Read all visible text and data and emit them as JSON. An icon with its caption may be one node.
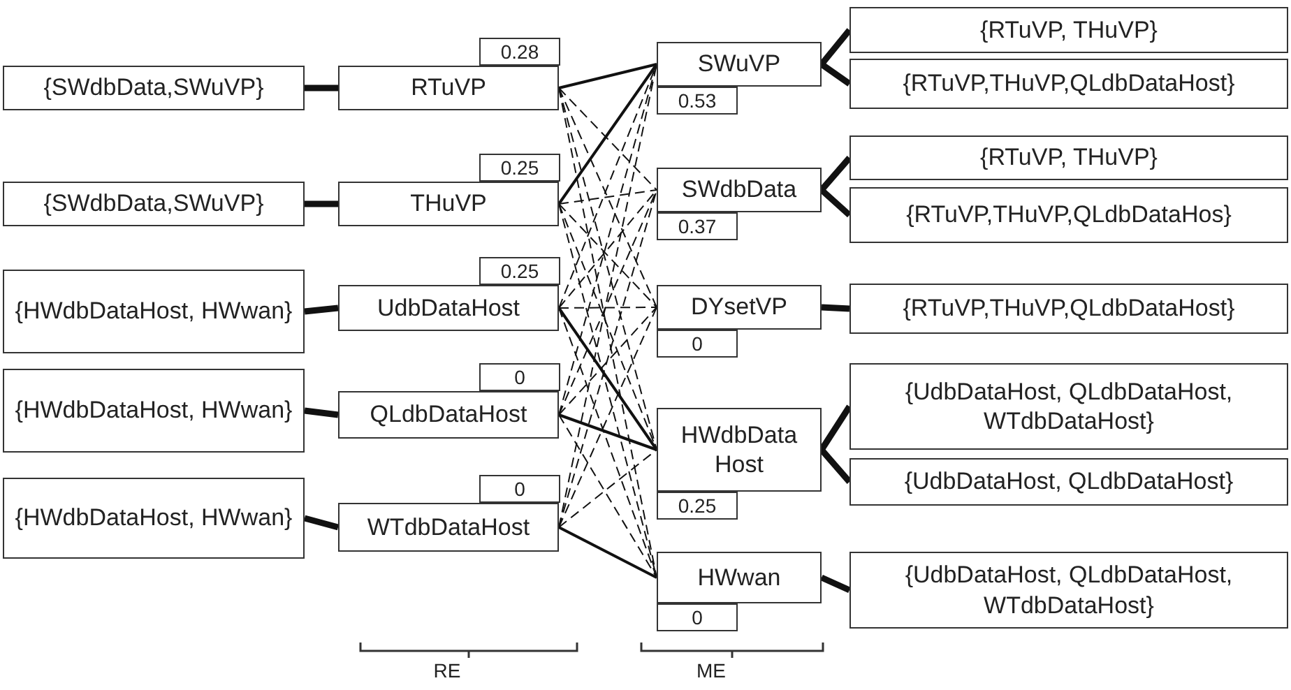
{
  "diagram": {
    "nodes": [
      {
        "text": [
          "{SWdbData,SWuVP}"
        ]
      },
      {
        "text": [
          "RTuVP"
        ],
        "beside": [
          "0.28"
        ]
      },
      {
        "text": [
          "SWuVP"
        ],
        "beside": [
          "0.53"
        ]
      },
      {
        "text": [
          "{RTuVP, THuVP}"
        ]
      },
      {
        "text": [
          "{RTuVP,THuVP,QLdbDataHost}"
        ]
      },
      {
        "text": [
          "{SWdbData,SWuVP}"
        ]
      },
      {
        "text": [
          "THuVP"
        ],
        "beside": [
          "0.25"
        ]
      },
      {
        "text": [
          "SWdbData"
        ],
        "beside": [
          "0.37"
        ]
      },
      {
        "text": [
          "{RTuVP, THuVP}"
        ]
      },
      {
        "text": [
          "{RTuVP,THuVP,QLdbDataHos}"
        ]
      },
      {
        "text": [
          "{HWdbDataHost, HWwan}"
        ]
      },
      {
        "text": [
          "UdbDataHost"
        ],
        "beside": [
          "0.25"
        ]
      },
      {
        "text": [
          "DYsetVP"
        ],
        "beside": [
          "0"
        ]
      },
      {
        "text": [
          "{RTuVP,THuVP,QLdbDataHost}"
        ]
      },
      {
        "text": [
          "{HWdbDataHost, HWwan}"
        ]
      },
      {
        "text": [
          "QLdbDataHost"
        ],
        "beside": [
          "0"
        ]
      },
      {
        "text": [
          "HWdbData Host"
        ],
        "beside": [
          "0.25"
        ]
      },
      {
        "text": [
          "{UdbDataHost, QLdbDataHost, WTdbDataHost}"
        ]
      },
      {
        "text": [
          "{UdbDataHost, QLdbDataHost}"
        ]
      },
      {
        "text": [
          "{HWdbDataHost, HWwan}"
        ]
      },
      {
        "text": [
          "WTdbDataHost"
        ],
        "beside": [
          "0"
        ]
      },
      {
        "text": [
          "HWwan"
        ],
        "beside": [
          "0"
        ]
      },
      {
        "text": [
          "{UdbDataHost, QLdbDataHost, WTdbDataHost}"
        ]
      }
    ],
    "edges": [
      {
        "from": 0,
        "to": 1,
        "arrow": "none",
        "style": "thick"
      },
      {
        "from": 5,
        "to": 6,
        "arrow": "none",
        "style": "thick"
      },
      {
        "from": 10,
        "to": 11,
        "arrow": "none",
        "style": "thick"
      },
      {
        "from": 14,
        "to": 15,
        "arrow": "none",
        "style": "thick"
      },
      {
        "from": 19,
        "to": 20,
        "arrow": "none",
        "style": "thick"
      },
      {
        "from": 2,
        "to": 3,
        "arrow": "none",
        "style": "thick"
      },
      {
        "from": 2,
        "to": 4,
        "arrow": "none",
        "style": "thick"
      },
      {
        "from": 7,
        "to": 8,
        "arrow": "none",
        "style": "thick"
      },
      {
        "from": 7,
        "to": 9,
        "arrow": "none",
        "style": "thick"
      },
      {
        "from": 12,
        "to": 13,
        "arrow": "none",
        "style": "thick"
      },
      {
        "from": 16,
        "to": 17,
        "arrow": "none",
        "style": "thick"
      },
      {
        "from": 16,
        "to": 18,
        "arrow": "none",
        "style": "thick"
      },
      {
        "from": 21,
        "to": 22,
        "arrow": "none",
        "style": "thick"
      },
      {
        "from": 1,
        "to": 2,
        "arrow": "none"
      },
      {
        "from": 6,
        "to": 2,
        "arrow": "none"
      },
      {
        "from": 11,
        "to": 16,
        "arrow": "none"
      },
      {
        "from": 15,
        "to": 16,
        "arrow": "none"
      },
      {
        "from": 20,
        "to": 21,
        "arrow": "none"
      },
      {
        "from": 1,
        "to": 7,
        "arrow": "none",
        "style": "dashed"
      },
      {
        "from": 1,
        "to": 12,
        "arrow": "none",
        "style": "dashed"
      },
      {
        "from": 1,
        "to": 16,
        "arrow": "none",
        "style": "dashed"
      },
      {
        "from": 1,
        "to": 21,
        "arrow": "none",
        "style": "dashed"
      },
      {
        "from": 6,
        "to": 7,
        "arrow": "none",
        "style": "dashed"
      },
      {
        "from": 6,
        "to": 12,
        "arrow": "none",
        "style": "dashed"
      },
      {
        "from": 6,
        "to": 16,
        "arrow": "none",
        "style": "dashed"
      },
      {
        "from": 6,
        "to": 21,
        "arrow": "none",
        "style": "dashed"
      },
      {
        "from": 11,
        "to": 2,
        "arrow": "none",
        "style": "dashed"
      },
      {
        "from": 11,
        "to": 7,
        "arrow": "none",
        "style": "dashed"
      },
      {
        "from": 11,
        "to": 12,
        "arrow": "none",
        "style": "dashed"
      },
      {
        "from": 11,
        "to": 21,
        "arrow": "none",
        "style": "dashed"
      },
      {
        "from": 15,
        "to": 2,
        "arrow": "none",
        "style": "dashed"
      },
      {
        "from": 15,
        "to": 7,
        "arrow": "none",
        "style": "dashed"
      },
      {
        "from": 15,
        "to": 12,
        "arrow": "none",
        "style": "dashed"
      },
      {
        "from": 15,
        "to": 21,
        "arrow": "none",
        "style": "dashed"
      },
      {
        "from": 20,
        "to": 2,
        "arrow": "none",
        "style": "dashed"
      },
      {
        "from": 20,
        "to": 7,
        "arrow": "none",
        "style": "dashed"
      },
      {
        "from": 20,
        "to": 12,
        "arrow": "none",
        "style": "dashed"
      },
      {
        "from": 20,
        "to": 16,
        "arrow": "none",
        "style": "dashed"
      }
    ],
    "labels": [
      "RE",
      "ME"
    ]
  }
}
